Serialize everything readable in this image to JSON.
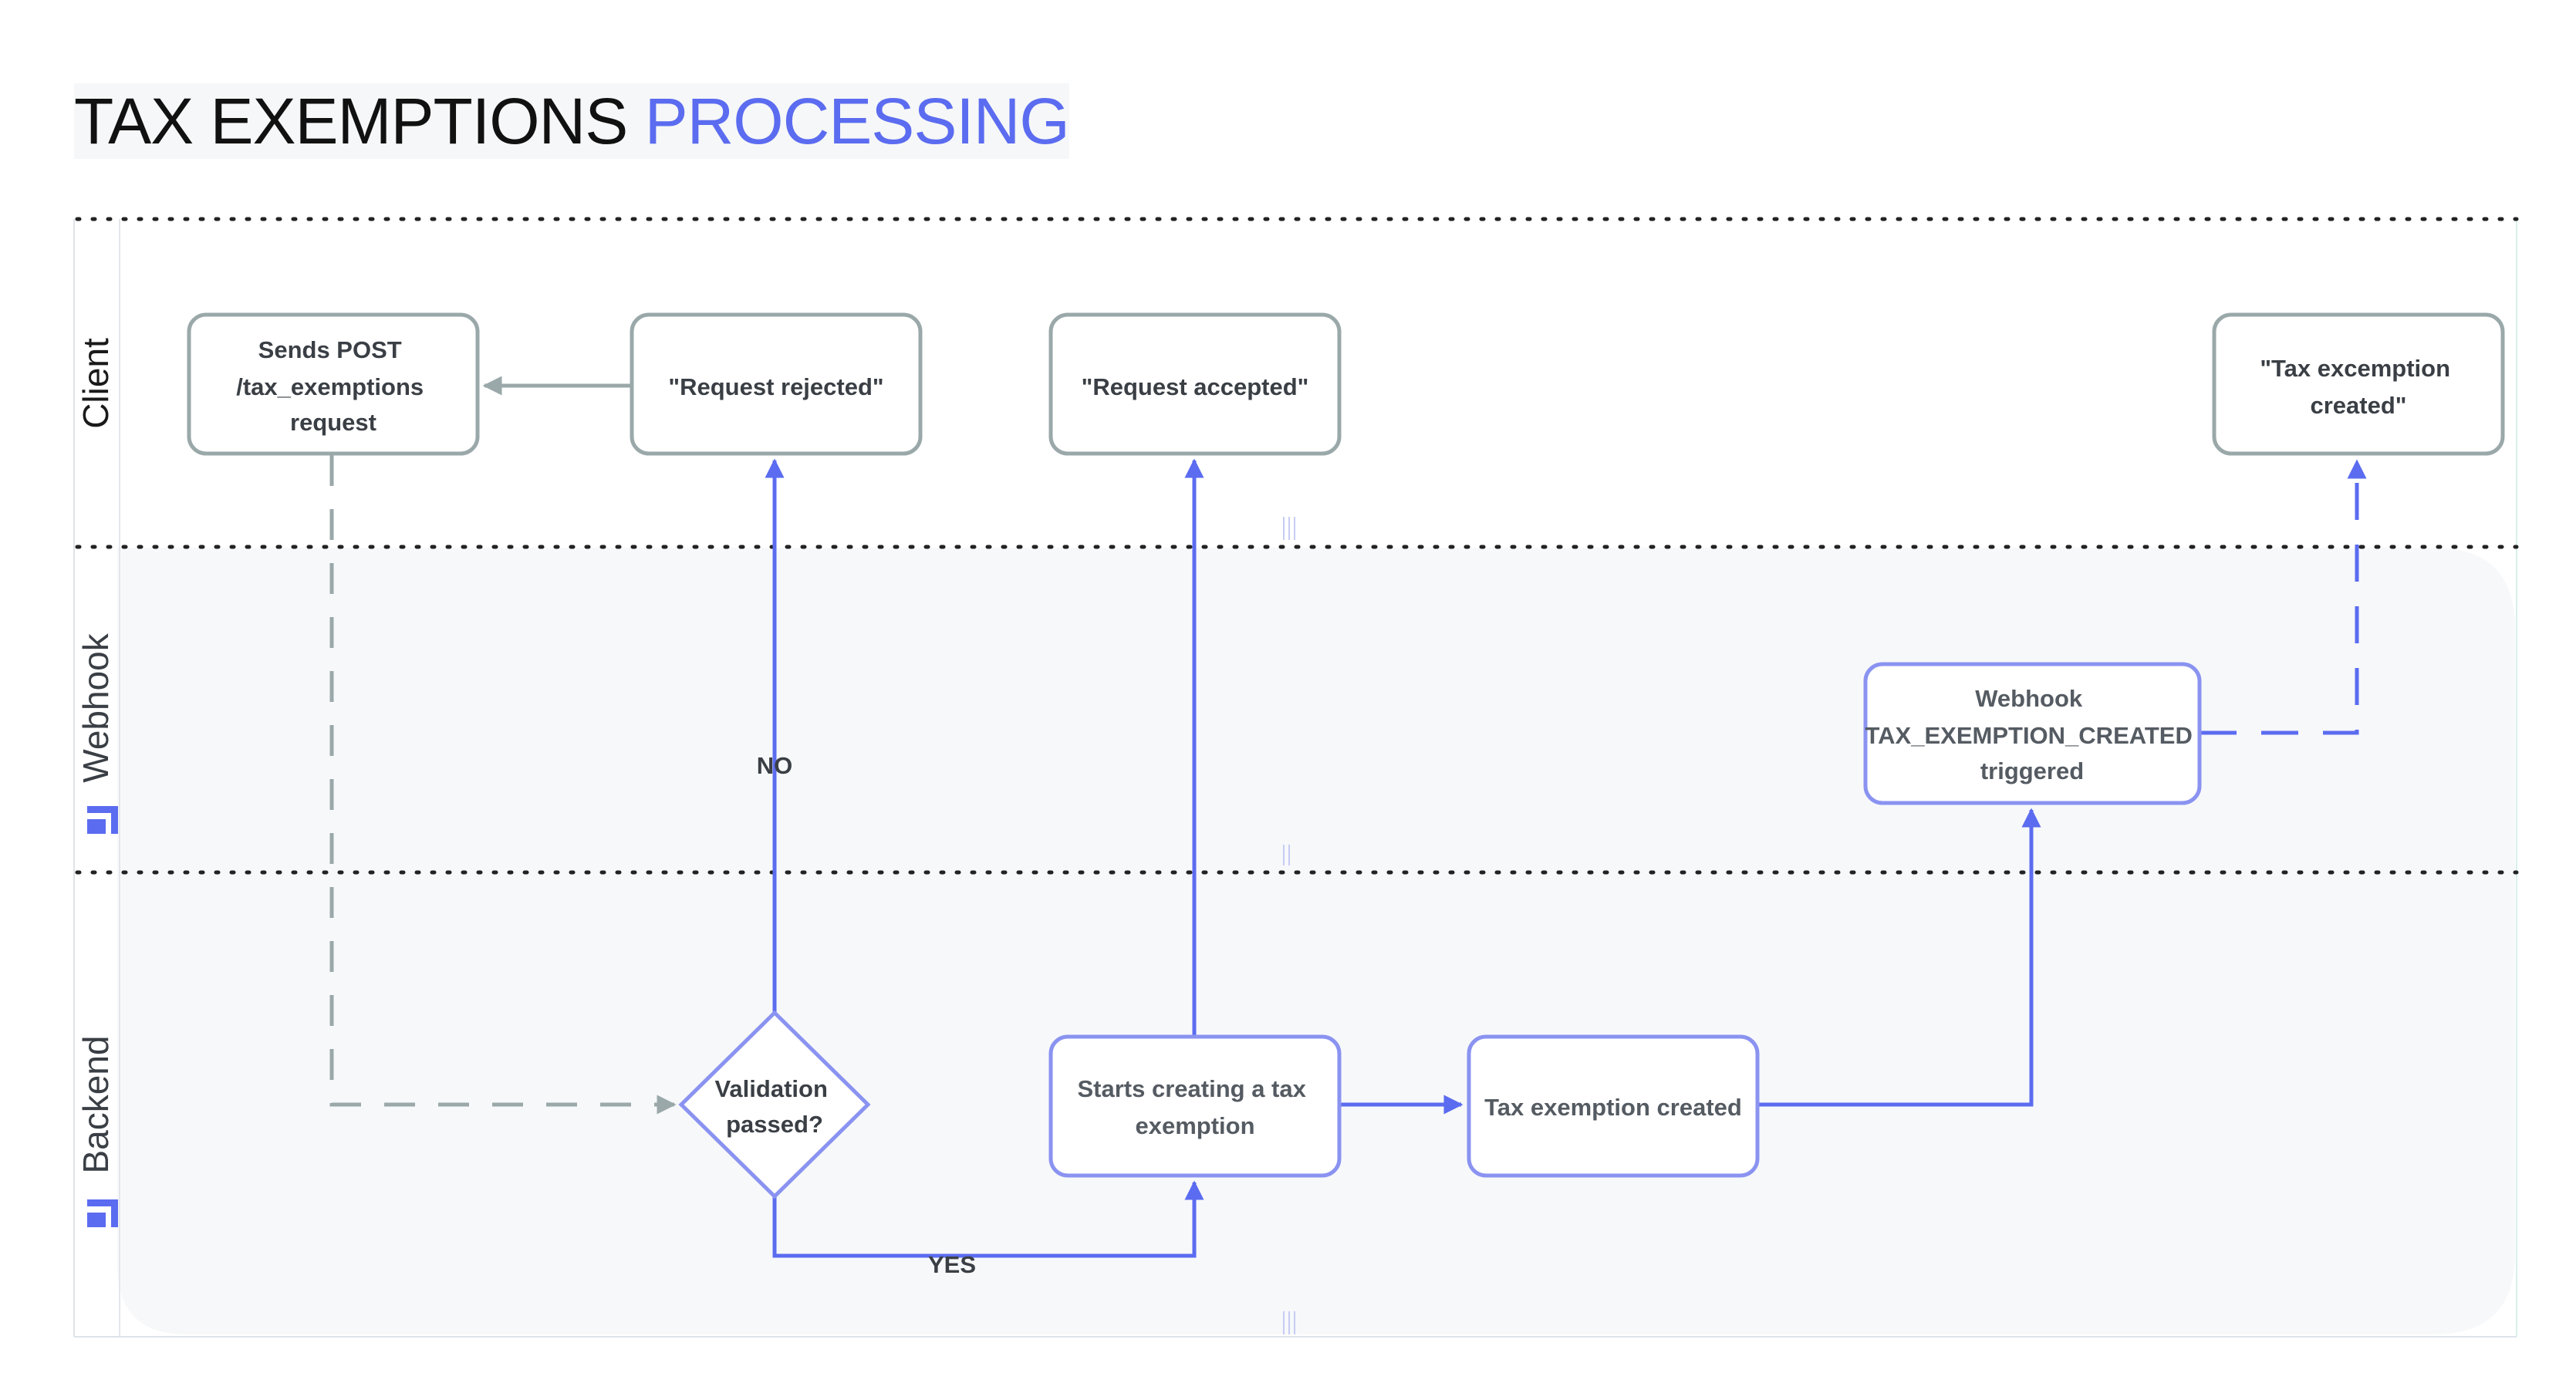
{
  "title": {
    "part1": "TAX EXEMPTIONS",
    "part2": "PROCESSING"
  },
  "colors": {
    "accent": "#5b6cf0",
    "lane_bg": "#f7f8fa",
    "gray_stroke": "#9aa8a9",
    "blue_stroke": "#8a93f0"
  },
  "lanes": {
    "client": "Client",
    "webhook": "Webhook",
    "backend": "Backend"
  },
  "lane_icons": {
    "webhook": "lane-icon",
    "backend": "lane-icon"
  },
  "nodes": {
    "sends_post": {
      "lines": [
        "Sends POST",
        "/tax_exemptions",
        "request"
      ]
    },
    "request_rejected": {
      "lines": [
        "\"Request rejected\""
      ]
    },
    "request_accepted": {
      "lines": [
        "\"Request accepted\""
      ]
    },
    "tax_excemption_created_client": {
      "lines": [
        "\"Tax excemption",
        "created\""
      ]
    },
    "webhook_triggered": {
      "lines": [
        "Webhook",
        "TAX_EXEMPTION_CREATED",
        "triggered"
      ]
    },
    "validation": {
      "lines": [
        "Validation",
        "passed?"
      ]
    },
    "starts_creating": {
      "lines": [
        "Starts creating a tax",
        "exemption"
      ]
    },
    "tax_exemption_created": {
      "lines": [
        "Tax exemption created"
      ]
    }
  },
  "edge_labels": {
    "no": "NO",
    "yes": "YES"
  }
}
